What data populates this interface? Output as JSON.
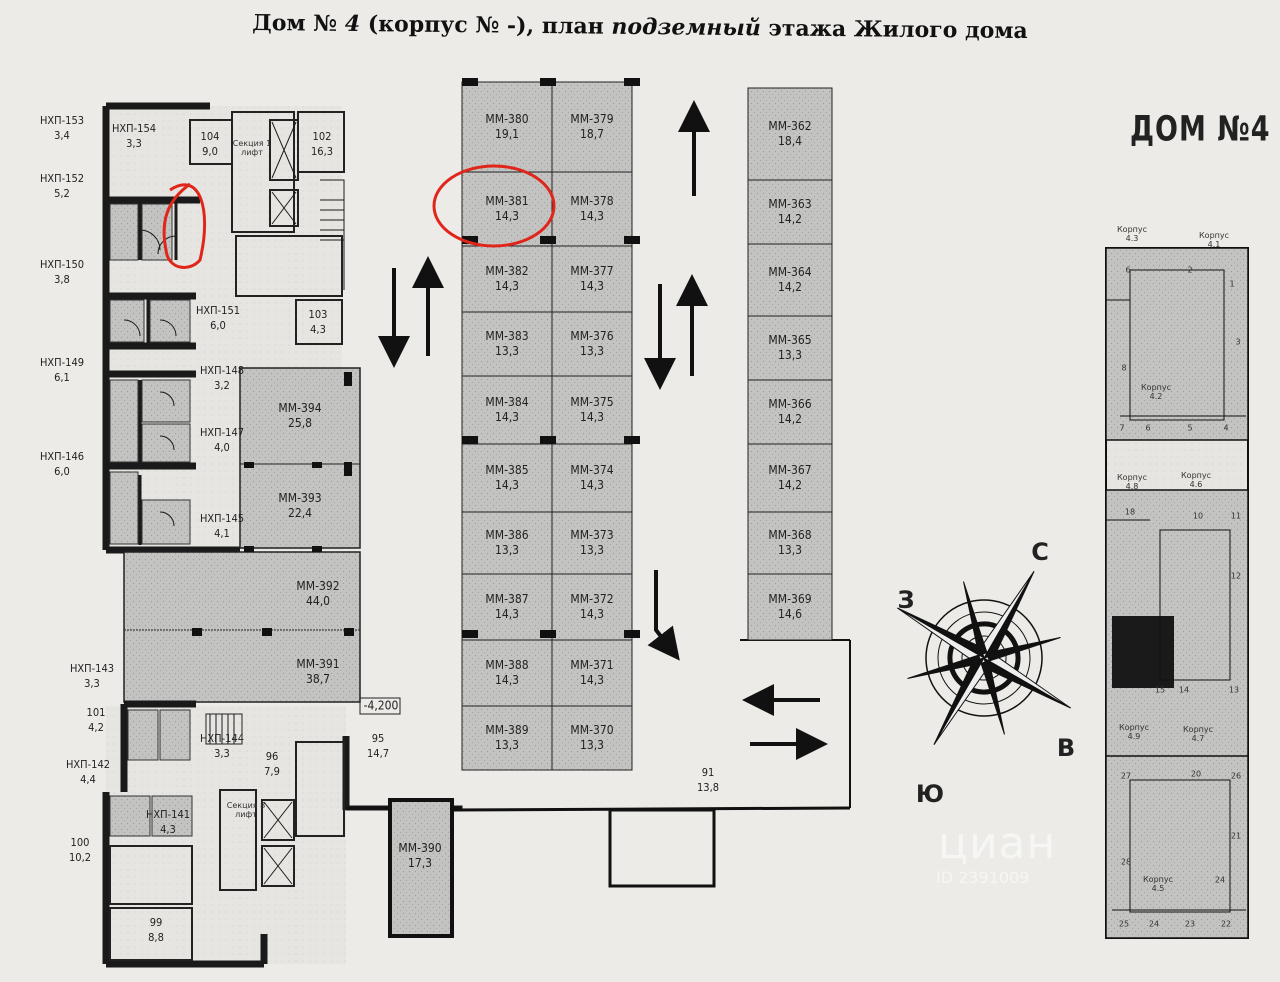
{
  "title": {
    "part1": "Дом № ",
    "part2": "4",
    "part3": " (корпус № -), план ",
    "part4": "подземный",
    "part5": " этажа Жилого дома"
  },
  "building_label": "ДОМ №4",
  "parking_spaces": [
    {
      "id": "ММ-380",
      "area": "19,1"
    },
    {
      "id": "ММ-379",
      "area": "18,7"
    },
    {
      "id": "ММ-381",
      "area": "14,3",
      "highlighted": true
    },
    {
      "id": "ММ-378",
      "area": "14,3"
    },
    {
      "id": "ММ-382",
      "area": "14,3"
    },
    {
      "id": "ММ-377",
      "area": "14,3"
    },
    {
      "id": "ММ-383",
      "area": "13,3"
    },
    {
      "id": "ММ-376",
      "area": "13,3"
    },
    {
      "id": "ММ-384",
      "area": "14,3"
    },
    {
      "id": "ММ-375",
      "area": "14,3"
    },
    {
      "id": "ММ-385",
      "area": "14,3"
    },
    {
      "id": "ММ-374",
      "area": "14,3"
    },
    {
      "id": "ММ-386",
      "area": "13,3"
    },
    {
      "id": "ММ-373",
      "area": "13,3"
    },
    {
      "id": "ММ-387",
      "area": "14,3"
    },
    {
      "id": "ММ-372",
      "area": "14,3"
    },
    {
      "id": "ММ-388",
      "area": "14,3"
    },
    {
      "id": "ММ-371",
      "area": "14,3"
    },
    {
      "id": "ММ-389",
      "area": "13,3"
    },
    {
      "id": "ММ-370",
      "area": "13,3"
    },
    {
      "id": "ММ-362",
      "area": "18,4"
    },
    {
      "id": "ММ-363",
      "area": "14,2"
    },
    {
      "id": "ММ-364",
      "area": "14,2"
    },
    {
      "id": "ММ-365",
      "area": "13,3"
    },
    {
      "id": "ММ-366",
      "area": "14,2"
    },
    {
      "id": "ММ-367",
      "area": "14,2"
    },
    {
      "id": "ММ-368",
      "area": "13,3"
    },
    {
      "id": "ММ-369",
      "area": "14,6"
    },
    {
      "id": "ММ-394",
      "area": "25,8"
    },
    {
      "id": "ММ-393",
      "area": "22,4"
    },
    {
      "id": "ММ-392",
      "area": "44,0"
    },
    {
      "id": "ММ-391",
      "area": "38,7"
    },
    {
      "id": "ММ-390",
      "area": "17,3"
    }
  ],
  "storage_units": [
    {
      "id": "НХП-153",
      "area": "3,4"
    },
    {
      "id": "НХП-154",
      "area": "3,3"
    },
    {
      "id": "НХП-152",
      "area": "5,2"
    },
    {
      "id": "НХП-150",
      "area": "3,8"
    },
    {
      "id": "НХП-151",
      "area": "6,0"
    },
    {
      "id": "НХП-149",
      "area": "6,1"
    },
    {
      "id": "НХП-148",
      "area": "3,2"
    },
    {
      "id": "НХП-147",
      "area": "4,0"
    },
    {
      "id": "НХП-146",
      "area": "6,0"
    },
    {
      "id": "НХП-145",
      "area": "4,1"
    },
    {
      "id": "НХП-143",
      "area": "3,3"
    },
    {
      "id": "НХП-144",
      "area": "3,3"
    },
    {
      "id": "НХП-142",
      "area": "4,4"
    },
    {
      "id": "НХП-141",
      "area": "4,3"
    }
  ],
  "rooms": [
    {
      "id": "104",
      "area": "9,0"
    },
    {
      "id": "102",
      "area": "16,3"
    },
    {
      "id": "103",
      "area": "4,3"
    },
    {
      "id": "101",
      "area": "4,2"
    },
    {
      "id": "96",
      "area": "7,9"
    },
    {
      "id": "95",
      "area": "14,7"
    },
    {
      "id": "100",
      "area": "10,2"
    },
    {
      "id": "99",
      "area": "8,8"
    },
    {
      "id": "91",
      "area": "13,8"
    }
  ],
  "level_mark": "-4,200",
  "stair_labels": [
    "Секция 1\nлифт",
    "Секция 8\nлифт"
  ],
  "compass": {
    "n": "С",
    "s": "Ю",
    "e": "В",
    "w": "З"
  },
  "keyplan": {
    "korpus": [
      "Корпус\n4.3",
      "Корпус\n4.1",
      "Корпус\n4.2",
      "Корпус\n4.8",
      "Корпус\n4.6",
      "Корпус\n4.9",
      "Корпус\n4.7",
      "Корпус\n4.5"
    ],
    "numbers": [
      "6",
      "2",
      "3",
      "8",
      "1",
      "7",
      "6",
      "5",
      "4",
      "18",
      "10",
      "11",
      "12",
      "13",
      "15",
      "14",
      "27",
      "20",
      "26",
      "28",
      "21",
      "24",
      "25",
      "24",
      "23",
      "22"
    ]
  },
  "watermark": "циан",
  "watermark_id": "ID 2391009",
  "colors": {
    "paper": "#ecebe7",
    "parking_fill": "#bdbdbb",
    "highlight": "#e0261b",
    "wall": "#1a1a1a"
  }
}
